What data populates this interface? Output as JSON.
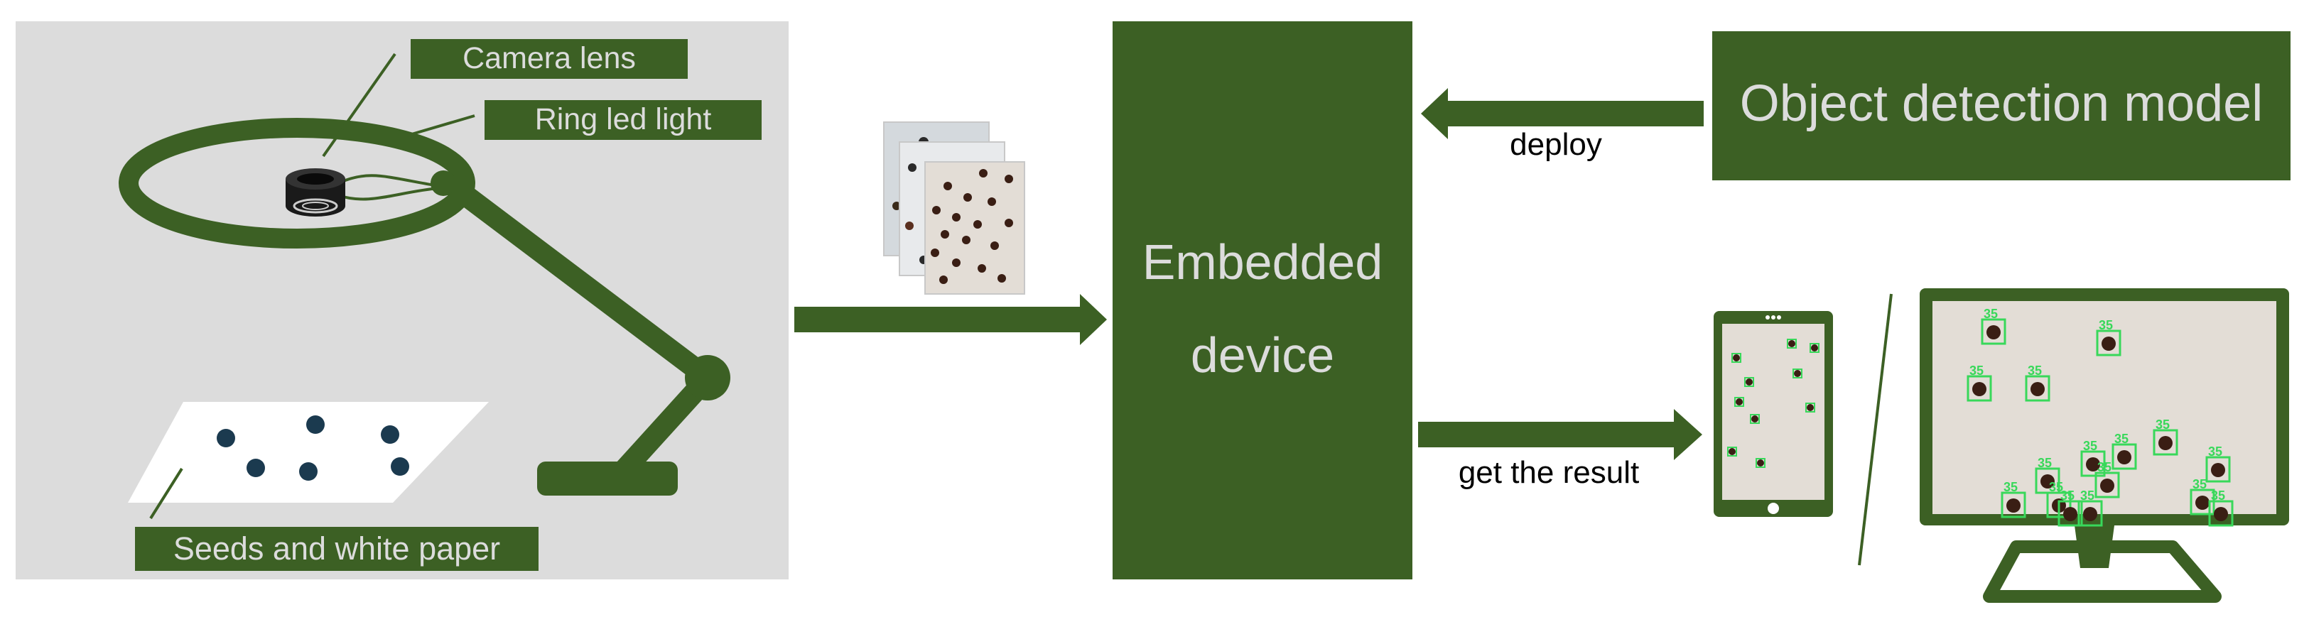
{
  "labels": {
    "camera_lens": "Camera lens",
    "ring_led_light": "Ring led light",
    "seeds_and_white_paper": "Seeds and white paper",
    "embedded_line1": "Embedded",
    "embedded_line2": "device",
    "object_detection_model": "Object detection model",
    "deploy": "deploy",
    "get_the_result": "get the result",
    "detection_tag": "35"
  },
  "colors": {
    "green": "#3c6024",
    "light_text": "#dcdcdc",
    "panel_gray": "#dcdcdc",
    "seed_dark": "#1b3a4f",
    "detect_box": "#38d85a",
    "photo_bg": "#e3ddd6"
  },
  "icons": [
    "camera-lens-icon",
    "ring-light-icon",
    "desk-lamp-icon",
    "phone-icon",
    "monitor-icon",
    "seed-photo-stack-icon"
  ]
}
